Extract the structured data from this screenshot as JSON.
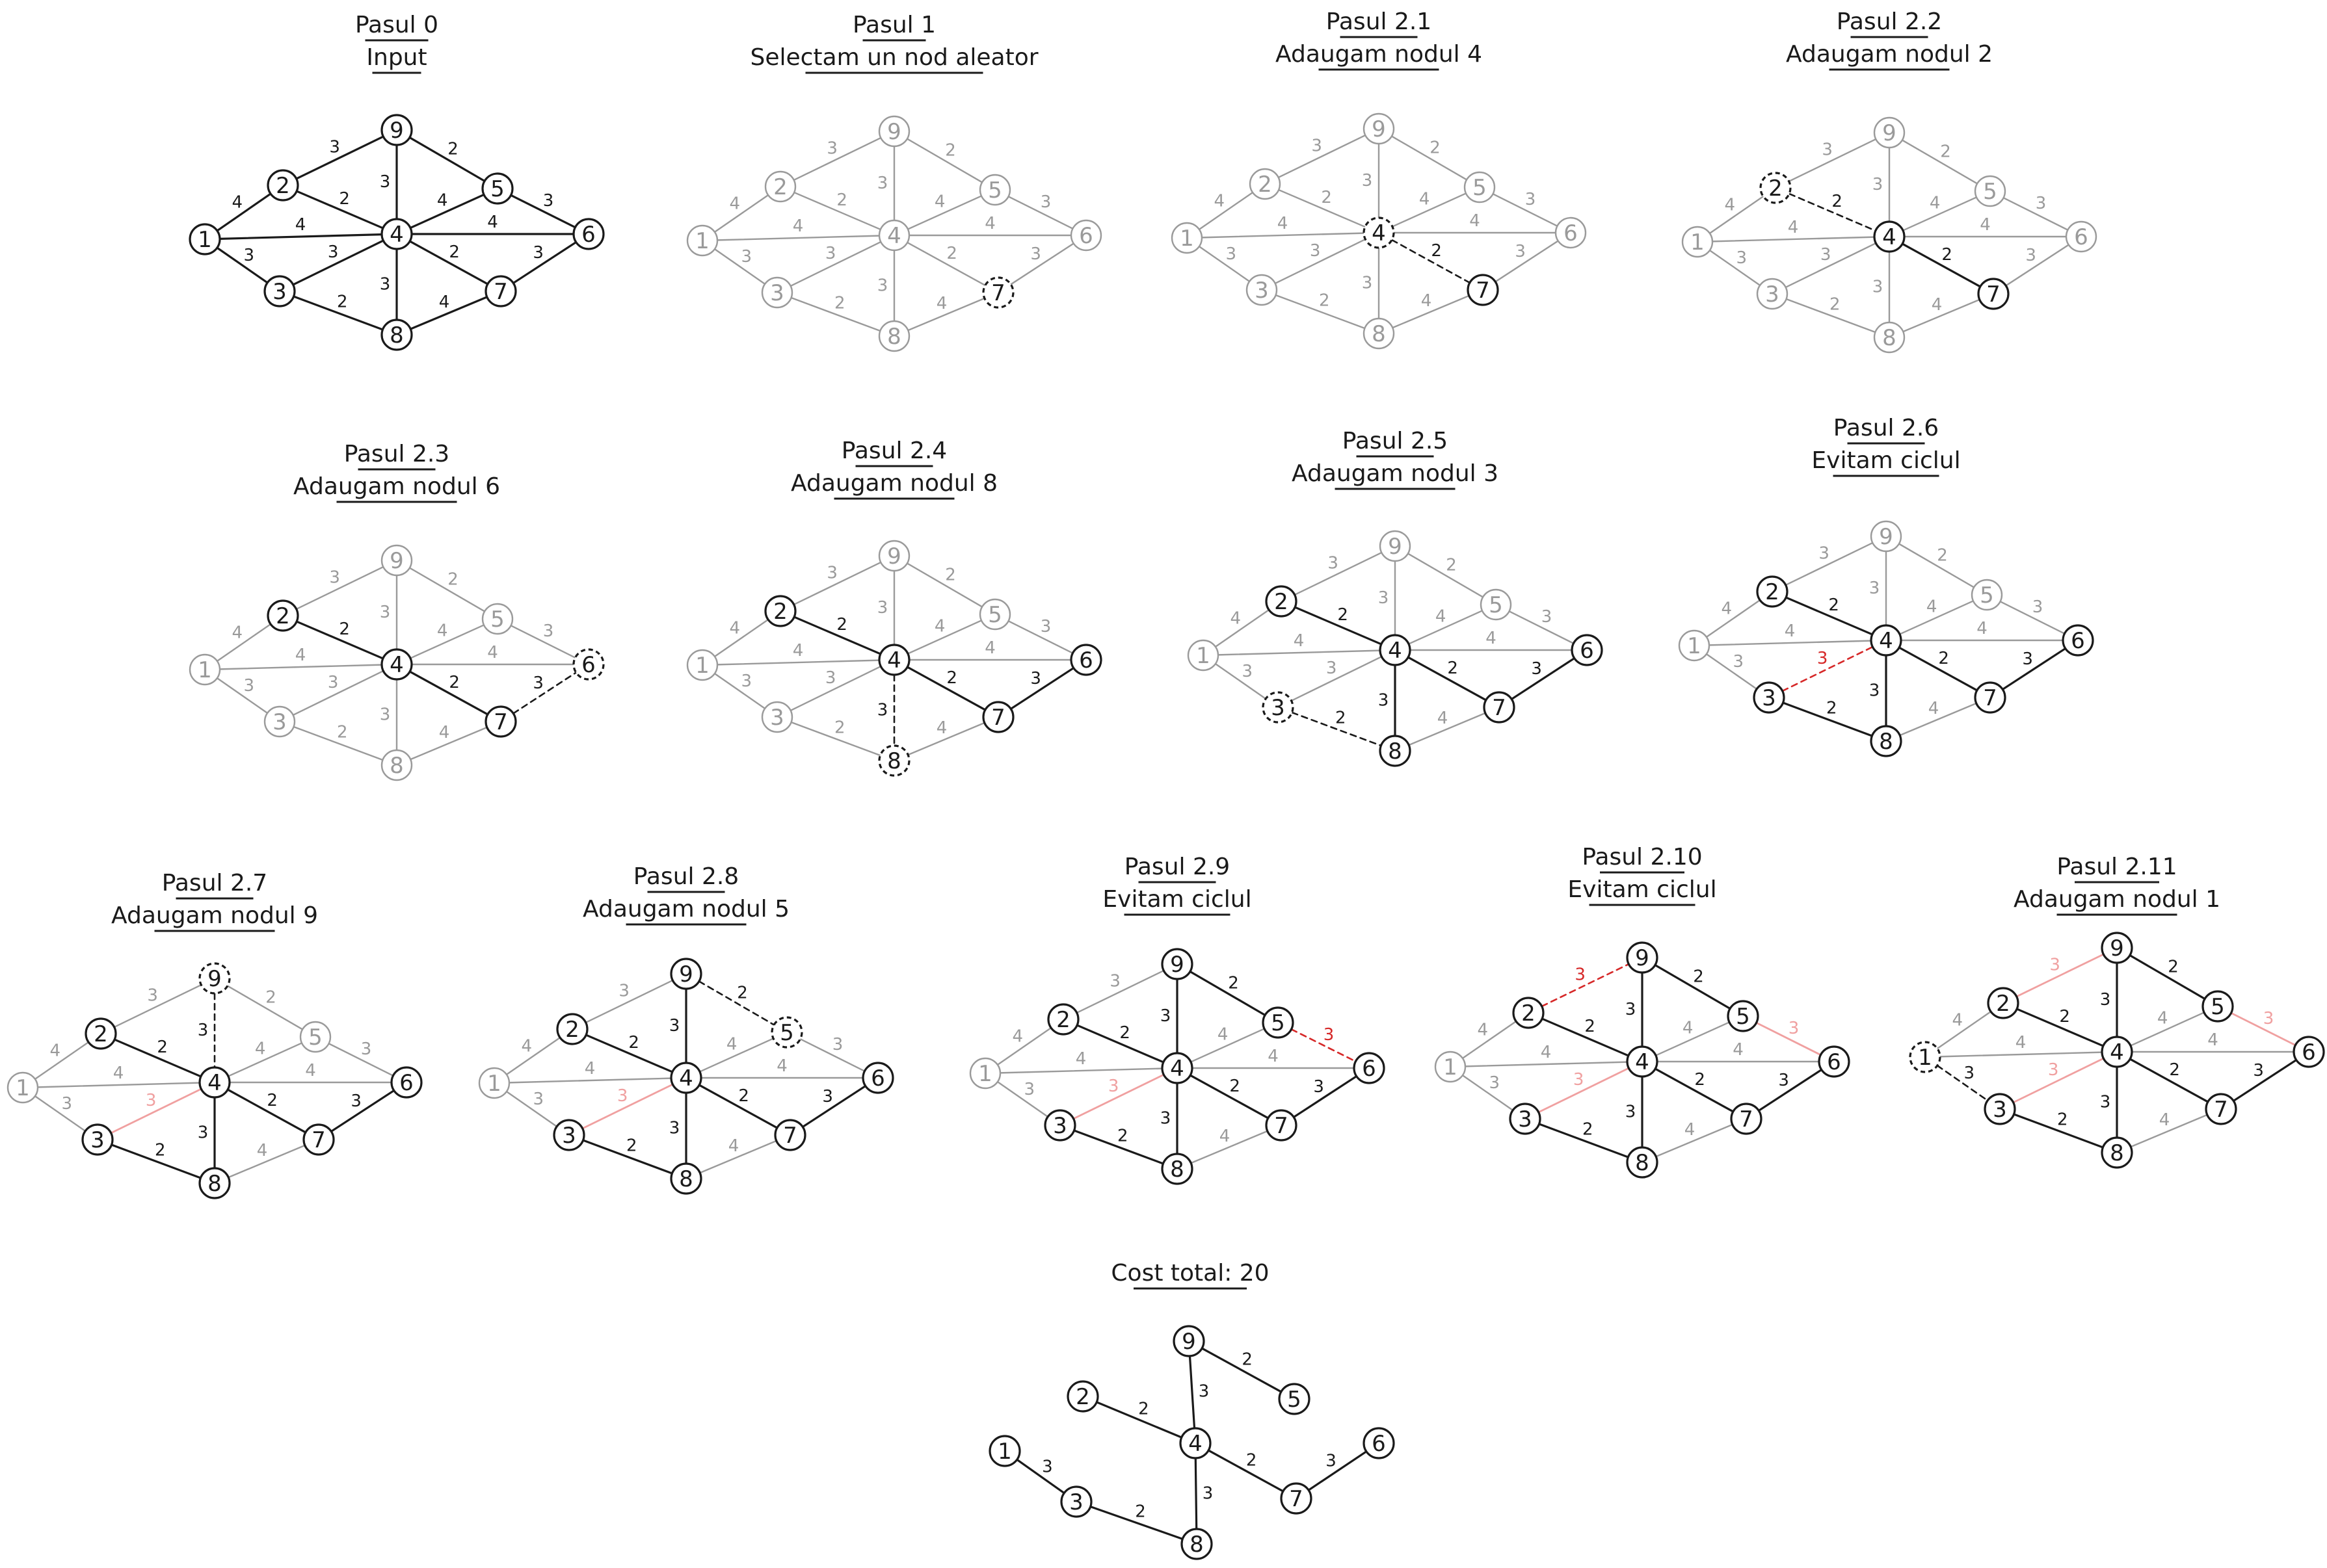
{
  "colors": {
    "active": "#1a1a1a",
    "inactive": "#9a9a9a",
    "rejected": "#d62828",
    "rejected_light": "#f0a0a0",
    "background": "#ffffff"
  },
  "graph": {
    "nodes": [
      "1",
      "2",
      "3",
      "4",
      "5",
      "6",
      "7",
      "8",
      "9"
    ],
    "edges": [
      {
        "id": "1-2",
        "a": "1",
        "b": "2",
        "w": "4"
      },
      {
        "id": "1-3",
        "a": "1",
        "b": "3",
        "w": "3"
      },
      {
        "id": "1-4",
        "a": "1",
        "b": "4",
        "w": "4"
      },
      {
        "id": "2-9",
        "a": "2",
        "b": "9",
        "w": "3"
      },
      {
        "id": "2-4",
        "a": "2",
        "b": "4",
        "w": "2"
      },
      {
        "id": "3-4",
        "a": "3",
        "b": "4",
        "w": "3"
      },
      {
        "id": "3-8",
        "a": "3",
        "b": "8",
        "w": "2"
      },
      {
        "id": "9-4",
        "a": "9",
        "b": "4",
        "w": "3"
      },
      {
        "id": "9-5",
        "a": "9",
        "b": "5",
        "w": "2"
      },
      {
        "id": "5-4",
        "a": "5",
        "b": "4",
        "w": "4"
      },
      {
        "id": "5-6",
        "a": "5",
        "b": "6",
        "w": "3"
      },
      {
        "id": "4-6",
        "a": "4",
        "b": "6",
        "w": "4"
      },
      {
        "id": "4-7",
        "a": "4",
        "b": "7",
        "w": "2"
      },
      {
        "id": "4-8",
        "a": "4",
        "b": "8",
        "w": "3"
      },
      {
        "id": "7-6",
        "a": "7",
        "b": "6",
        "w": "3"
      },
      {
        "id": "8-7",
        "a": "8",
        "b": "7",
        "w": "4"
      }
    ]
  },
  "panels": [
    {
      "id": "p0",
      "title": "Pasul 0",
      "subtitle": "Input",
      "nodes": {
        "1": "a",
        "2": "a",
        "3": "a",
        "4": "a",
        "5": "a",
        "6": "a",
        "7": "a",
        "8": "a",
        "9": "a"
      },
      "edges": {
        "1-2": "a",
        "1-3": "a",
        "1-4": "a",
        "2-9": "a",
        "2-4": "a",
        "3-4": "a",
        "3-8": "a",
        "9-4": "a",
        "9-5": "a",
        "5-4": "a",
        "5-6": "a",
        "4-6": "a",
        "4-7": "a",
        "4-8": "a",
        "7-6": "a",
        "8-7": "a"
      }
    },
    {
      "id": "p1",
      "title": "Pasul 1",
      "subtitle": "Selectam un nod aleator",
      "nodes": {
        "7": "d"
      },
      "edges": {}
    },
    {
      "id": "p2_1",
      "title": "Pasul 2.1",
      "subtitle": "Adaugam nodul 4",
      "nodes": {
        "7": "a",
        "4": "d"
      },
      "edges": {
        "4-7": "d"
      }
    },
    {
      "id": "p2_2",
      "title": "Pasul 2.2",
      "subtitle": "Adaugam nodul 2",
      "nodes": {
        "7": "a",
        "4": "a",
        "2": "d"
      },
      "edges": {
        "4-7": "a",
        "2-4": "d"
      }
    },
    {
      "id": "p2_3",
      "title": "Pasul 2.3",
      "subtitle": "Adaugam nodul 6",
      "nodes": {
        "7": "a",
        "4": "a",
        "2": "a",
        "6": "d"
      },
      "edges": {
        "4-7": "a",
        "2-4": "a",
        "7-6": "d"
      }
    },
    {
      "id": "p2_4",
      "title": "Pasul 2.4",
      "subtitle": "Adaugam nodul 8",
      "nodes": {
        "7": "a",
        "4": "a",
        "2": "a",
        "6": "a",
        "8": "d"
      },
      "edges": {
        "4-7": "a",
        "2-4": "a",
        "7-6": "a",
        "4-8": "d"
      }
    },
    {
      "id": "p2_5",
      "title": "Pasul 2.5",
      "subtitle": "Adaugam nodul 3",
      "nodes": {
        "7": "a",
        "4": "a",
        "2": "a",
        "6": "a",
        "8": "a",
        "3": "d"
      },
      "edges": {
        "4-7": "a",
        "2-4": "a",
        "7-6": "a",
        "4-8": "a",
        "3-8": "d"
      }
    },
    {
      "id": "p2_6",
      "title": "Pasul 2.6",
      "subtitle": "Evitam ciclul",
      "nodes": {
        "7": "a",
        "4": "a",
        "2": "a",
        "6": "a",
        "8": "a",
        "3": "a"
      },
      "edges": {
        "4-7": "a",
        "2-4": "a",
        "7-6": "a",
        "4-8": "a",
        "3-8": "a",
        "3-4": "rd"
      }
    },
    {
      "id": "p2_7",
      "title": "Pasul 2.7",
      "subtitle": "Adaugam nodul 9",
      "nodes": {
        "7": "a",
        "4": "a",
        "2": "a",
        "6": "a",
        "8": "a",
        "3": "a",
        "9": "d"
      },
      "edges": {
        "4-7": "a",
        "2-4": "a",
        "7-6": "a",
        "4-8": "a",
        "3-8": "a",
        "3-4": "rl",
        "9-4": "d"
      }
    },
    {
      "id": "p2_8",
      "title": "Pasul 2.8",
      "subtitle": "Adaugam nodul 5",
      "nodes": {
        "7": "a",
        "4": "a",
        "2": "a",
        "6": "a",
        "8": "a",
        "3": "a",
        "9": "a",
        "5": "d"
      },
      "edges": {
        "4-7": "a",
        "2-4": "a",
        "7-6": "a",
        "4-8": "a",
        "3-8": "a",
        "3-4": "rl",
        "9-4": "a",
        "9-5": "d"
      }
    },
    {
      "id": "p2_9",
      "title": "Pasul 2.9",
      "subtitle": "Evitam ciclul",
      "nodes": {
        "7": "a",
        "4": "a",
        "2": "a",
        "6": "a",
        "8": "a",
        "3": "a",
        "9": "a",
        "5": "a"
      },
      "edges": {
        "4-7": "a",
        "2-4": "a",
        "7-6": "a",
        "4-8": "a",
        "3-8": "a",
        "3-4": "rl",
        "9-4": "a",
        "9-5": "a",
        "5-6": "rd"
      }
    },
    {
      "id": "p2_10",
      "title": "Pasul 2.10",
      "subtitle": "Evitam ciclul",
      "nodes": {
        "7": "a",
        "4": "a",
        "2": "a",
        "6": "a",
        "8": "a",
        "3": "a",
        "9": "a",
        "5": "a"
      },
      "edges": {
        "4-7": "a",
        "2-4": "a",
        "7-6": "a",
        "4-8": "a",
        "3-8": "a",
        "3-4": "rl",
        "9-4": "a",
        "9-5": "a",
        "5-6": "rl",
        "2-9": "rd"
      }
    },
    {
      "id": "p2_11",
      "title": "Pasul 2.11",
      "subtitle": "Adaugam nodul 1",
      "nodes": {
        "7": "a",
        "4": "a",
        "2": "a",
        "6": "a",
        "8": "a",
        "3": "a",
        "9": "a",
        "5": "a",
        "1": "d"
      },
      "edges": {
        "4-7": "a",
        "2-4": "a",
        "7-6": "a",
        "4-8": "a",
        "3-8": "a",
        "3-4": "rl",
        "9-4": "a",
        "9-5": "a",
        "5-6": "rl",
        "2-9": "rl",
        "1-3": "d"
      }
    }
  ],
  "result": {
    "title": "Cost total: 20",
    "edges": [
      {
        "id": "9-5",
        "w": "2"
      },
      {
        "id": "9-4",
        "w": "3"
      },
      {
        "id": "2-4",
        "w": "2"
      },
      {
        "id": "4-7",
        "w": "2"
      },
      {
        "id": "7-6",
        "w": "3"
      },
      {
        "id": "4-8",
        "w": "3"
      },
      {
        "id": "3-8",
        "w": "2"
      },
      {
        "id": "1-3",
        "w": "3"
      }
    ]
  }
}
